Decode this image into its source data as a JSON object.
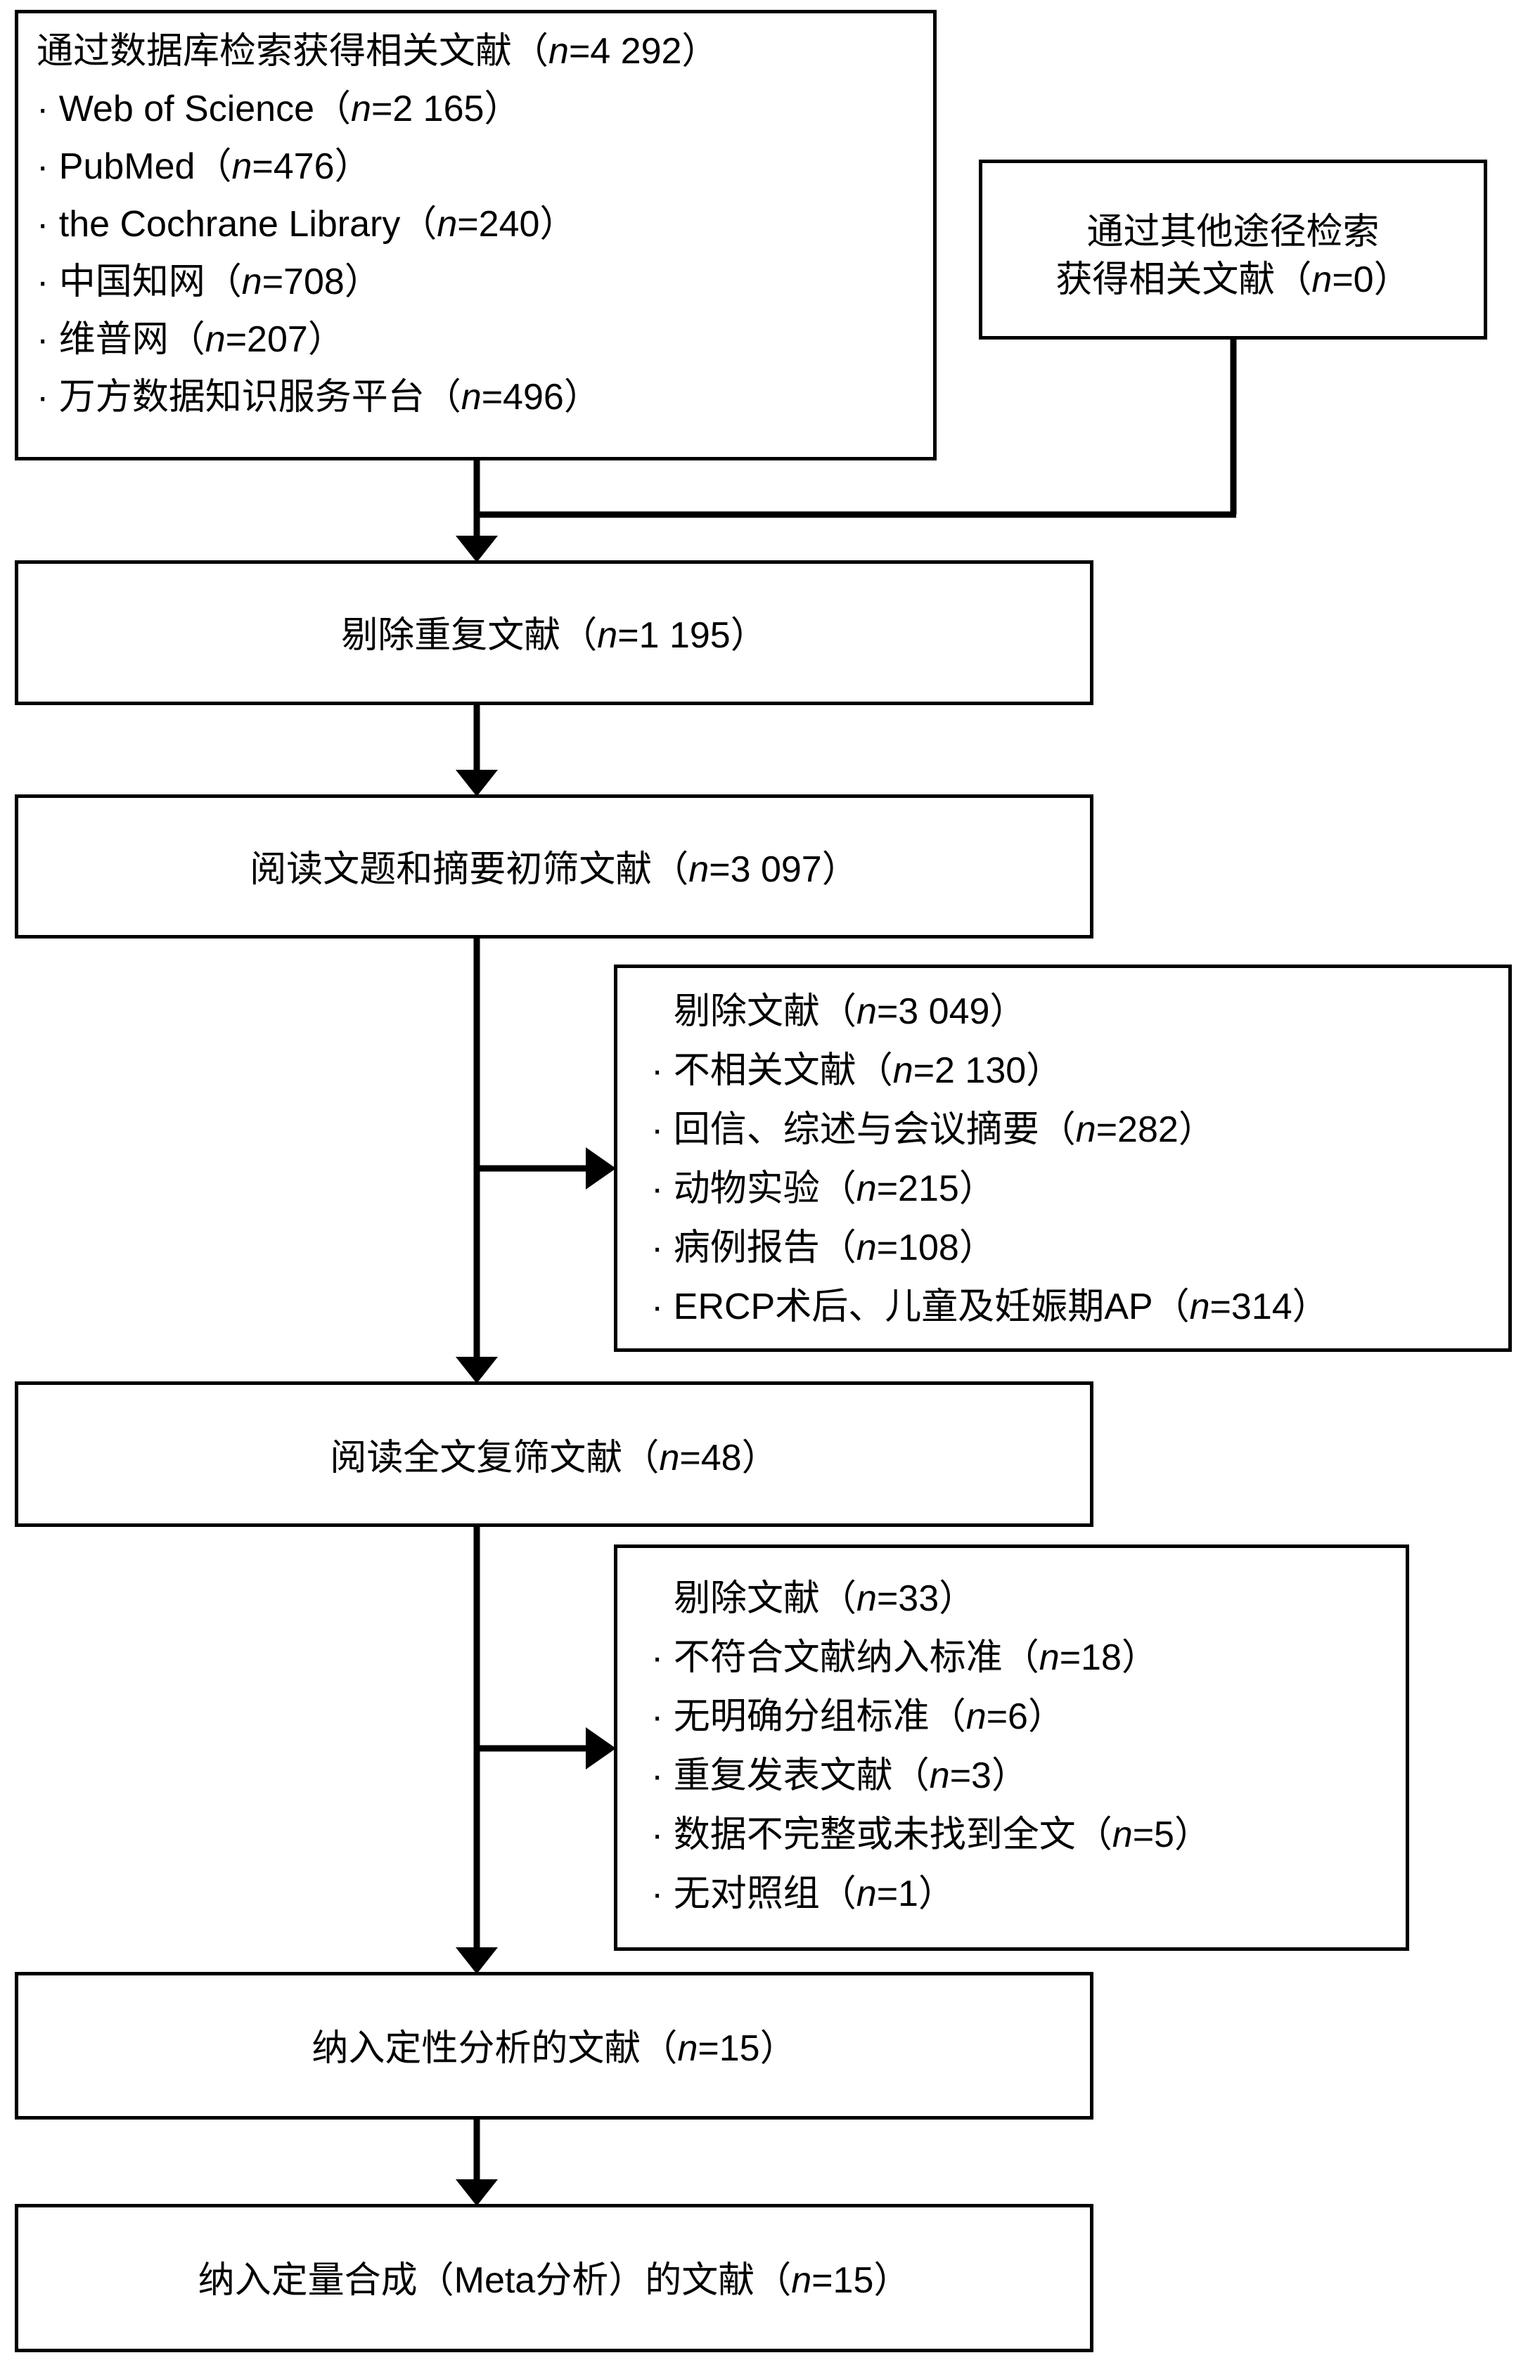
{
  "diagram": {
    "type": "prisma-flow-diagram",
    "language": "zh-CN",
    "stroke_color": "#000000",
    "background_color": "#ffffff"
  },
  "nodes": {
    "identification_db": {
      "title": "通过数据库检索获得相关文献（n=4 292）",
      "items": [
        "· Web of Science（n=2 165）",
        "· PubMed（n=476）",
        "· the Cochrane Library（n=240）",
        "· 中国知网（n=708）",
        "· 维普网（n=207）",
        "· 万方数据知识服务平台（n=496）"
      ]
    },
    "identification_other": {
      "line1": "通过其他途径检索",
      "line2": "获得相关文献（n=0）"
    },
    "duplicates_removed": {
      "label": "剔除重复文献（n=1 195）"
    },
    "screened_title_abstract": {
      "label": "阅读文题和摘要初筛文献（n=3 097）"
    },
    "excluded_screening": {
      "title": "剔除文献（n=3 049）",
      "items": [
        "· 不相关文献（n=2 130）",
        "· 回信、综述与会议摘要（n=282）",
        "· 动物实验（n=215）",
        "· 病例报告（n=108）",
        "· ERCP术后、儿童及妊娠期AP（n=314）"
      ]
    },
    "fulltext_assessed": {
      "label": "阅读全文复筛文献（n=48）"
    },
    "excluded_fulltext": {
      "title": "剔除文献（n=33）",
      "items": [
        "· 不符合文献纳入标准（n=18）",
        "· 无明确分组标准（n=6）",
        "· 重复发表文献（n=3）",
        "· 数据不完整或未找到全文（n=5）",
        "· 无对照组（n=1）"
      ]
    },
    "included_qualitative": {
      "label": "纳入定性分析的文献（n=15）"
    },
    "included_quantitative": {
      "label": "纳入定量合成（Meta分析）的文献（n=15）"
    }
  },
  "counts": {
    "database_total": 4292,
    "web_of_science": 2165,
    "pubmed": 476,
    "cochrane_library": 240,
    "cnki": 708,
    "vip": 207,
    "wanfang": 496,
    "other_sources": 0,
    "duplicates_removed": 1195,
    "screened": 3097,
    "excluded_screening_total": 3049,
    "excluded_irrelevant": 2130,
    "excluded_letters_reviews_abstracts": 282,
    "excluded_animal": 215,
    "excluded_case_reports": 108,
    "excluded_ercp_children_pregnancy": 314,
    "fulltext_assessed": 48,
    "excluded_fulltext_total": 33,
    "excluded_criteria": 18,
    "excluded_no_grouping": 6,
    "excluded_duplicate_publication": 3,
    "excluded_incomplete_data": 5,
    "excluded_no_control": 1,
    "included_qualitative": 15,
    "included_quantitative": 15
  }
}
